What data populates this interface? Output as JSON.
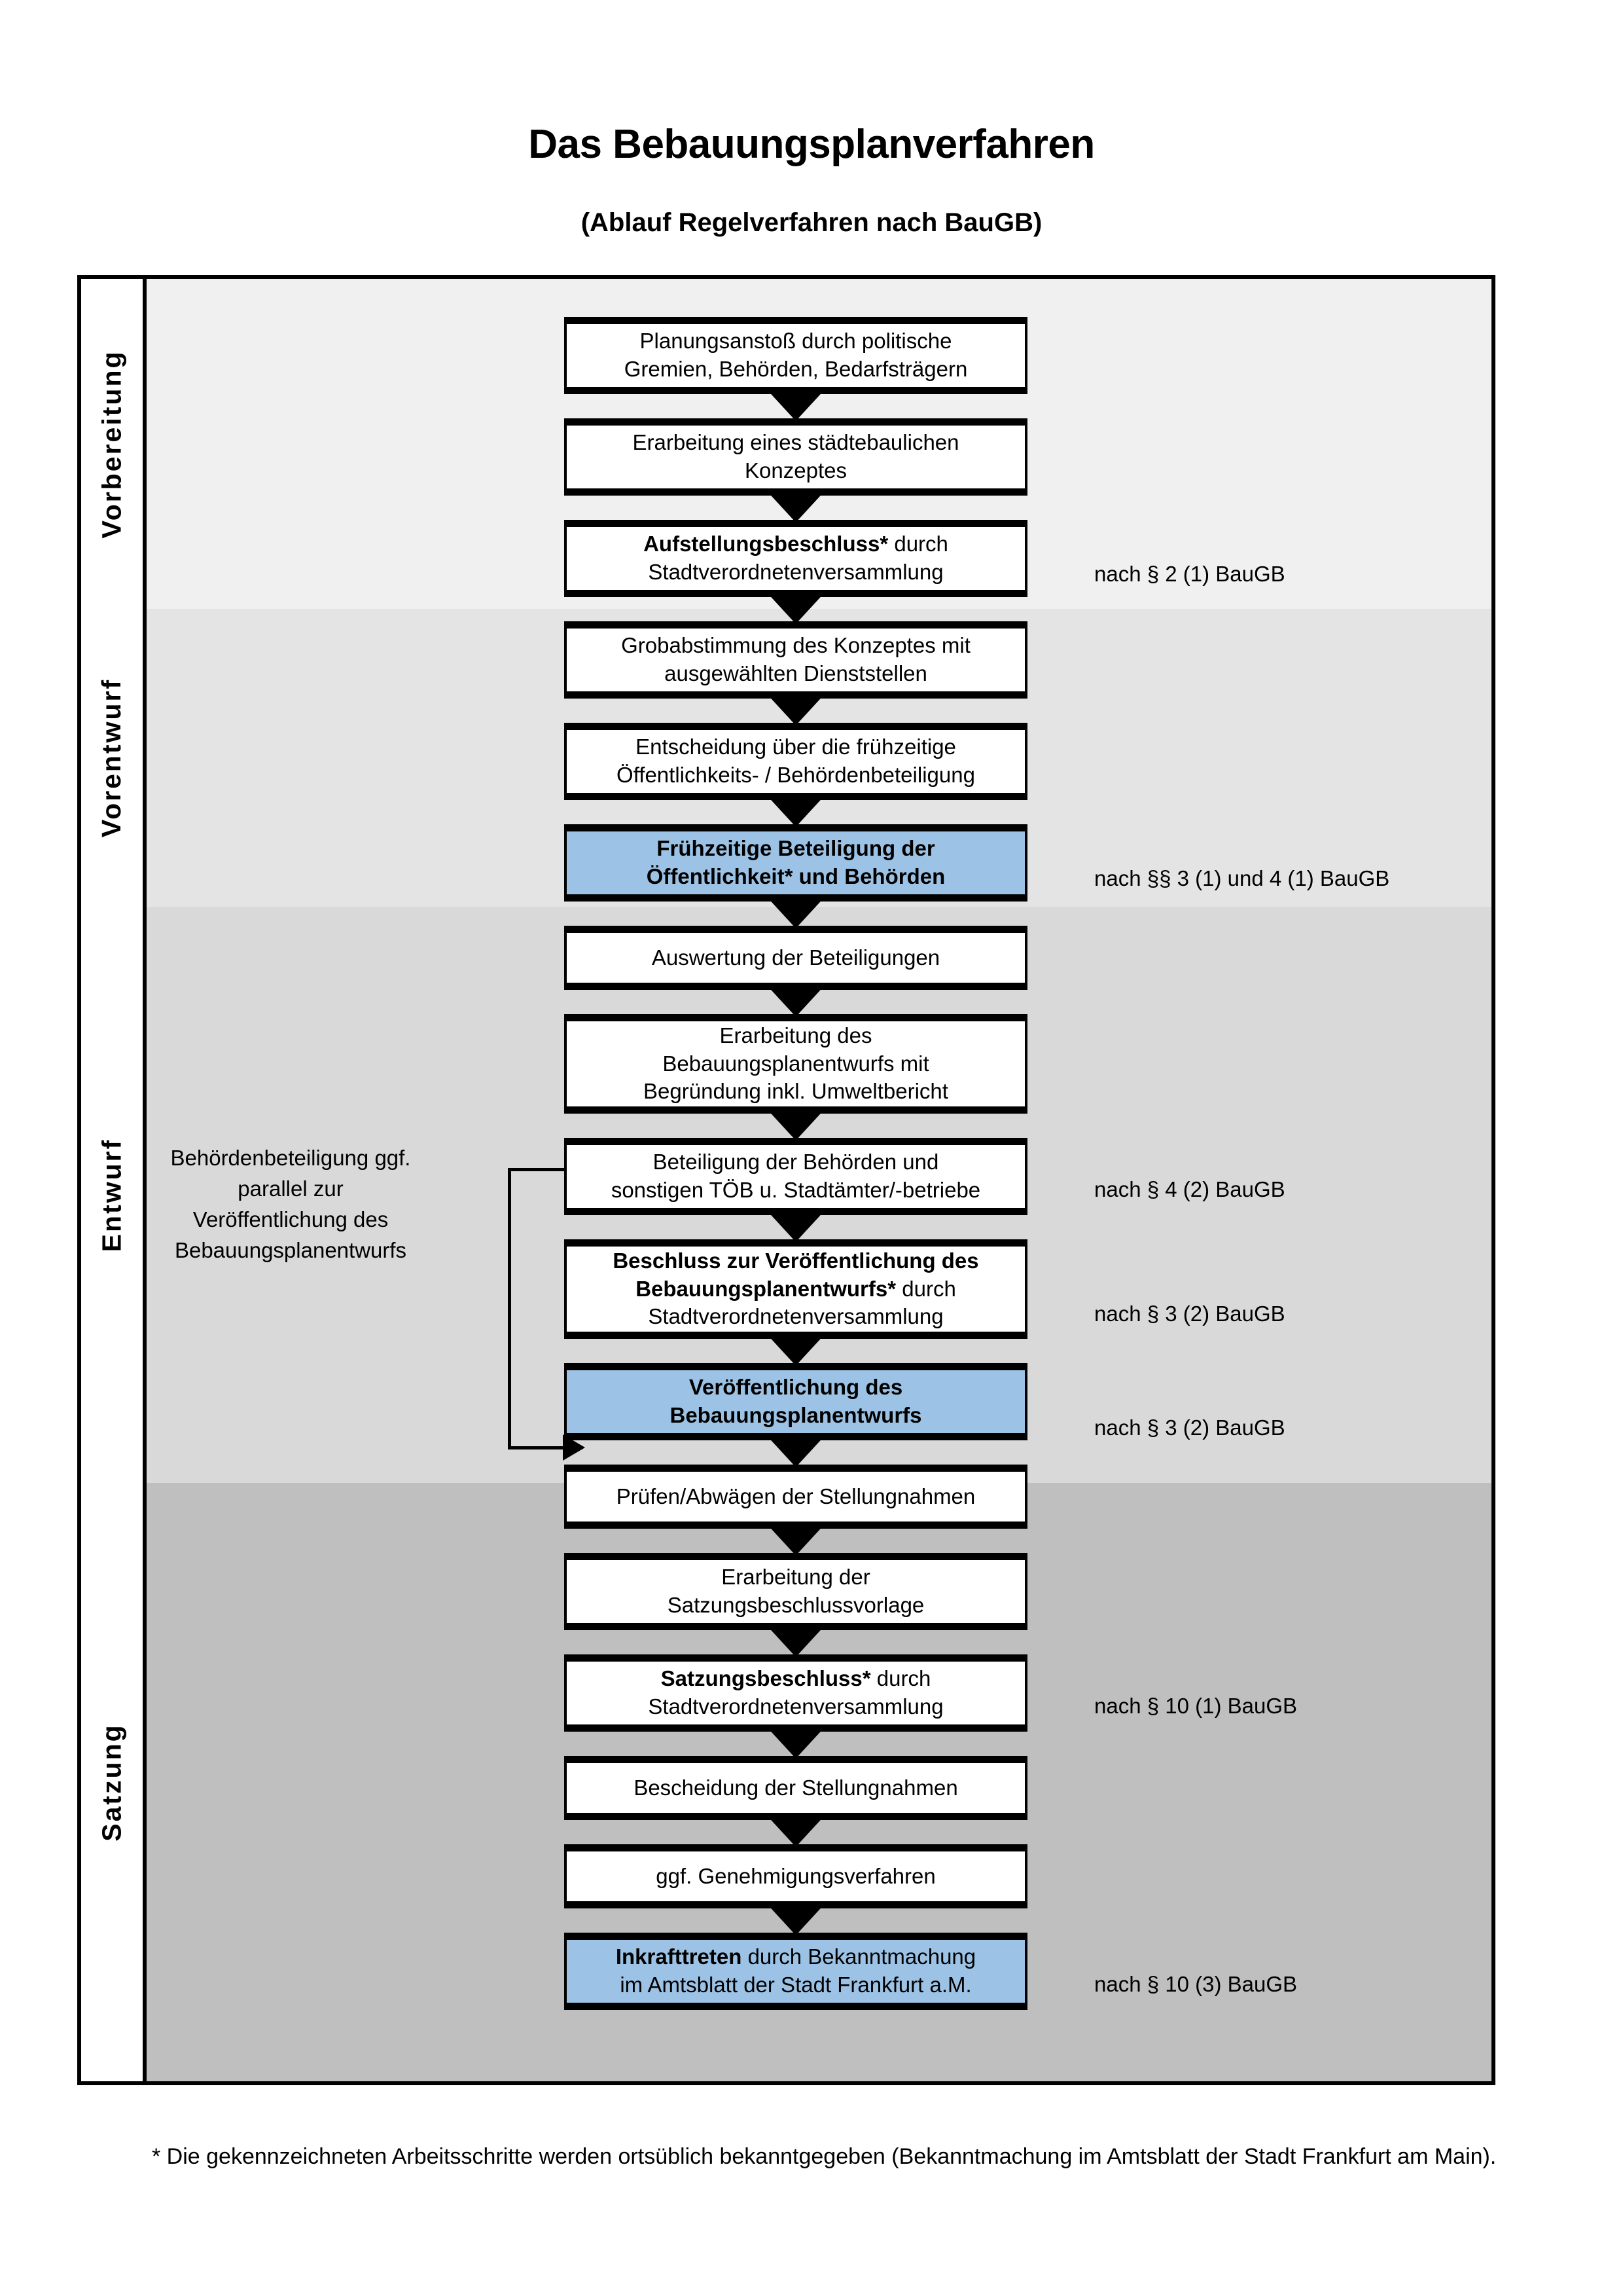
{
  "header": {
    "title": "Das Bebauungsplanverfahren",
    "subtitle": "(Ablauf Regelverfahren nach BauGB)"
  },
  "colors": {
    "highlight_box": "#9CC3E5",
    "phase_vorbereitung_bg": "#F0F0F0",
    "phase_vorentwurf_bg": "#E4E4E4",
    "phase_entwurf_bg": "#D9D9D9",
    "phase_satzung_bg": "#BFBFBF",
    "border": "#000000"
  },
  "phases": [
    {
      "label": "Vorbereitung"
    },
    {
      "label": "Vorentwurf"
    },
    {
      "label": "Entwurf"
    },
    {
      "label": "Satzung"
    }
  ],
  "steps": [
    {
      "id": "planungsanstoss",
      "lines": [
        "Planungsanstoß durch politische",
        "Gremien, Behörden, Bedarfsträgern"
      ],
      "bold_prefix": "",
      "highlighted": false
    },
    {
      "id": "staedtebau-konzept",
      "lines": [
        "Erarbeitung eines städtebaulichen",
        "Konzeptes"
      ],
      "bold_prefix": "",
      "highlighted": false
    },
    {
      "id": "aufstellungsbeschluss",
      "lines": [
        "Aufstellungsbeschluss* durch",
        "Stadtverordnetenversammlung"
      ],
      "bold_prefix": "Aufstellungsbeschluss*",
      "highlighted": false
    },
    {
      "id": "grobabstimmung",
      "lines": [
        "Grobabstimmung des Konzeptes mit",
        "ausgewählten Dienststellen"
      ],
      "bold_prefix": "",
      "highlighted": false
    },
    {
      "id": "entscheidung-beteiligung",
      "lines": [
        "Entscheidung über die frühzeitige",
        "Öffentlichkeits- / Behördenbeteiligung"
      ],
      "bold_prefix": "",
      "highlighted": false
    },
    {
      "id": "fruehzeitige-beteiligung",
      "lines": [
        "Frühzeitige Beteiligung der",
        "Öffentlichkeit* und Behörden"
      ],
      "bold_prefix": "ALL",
      "highlighted": true
    },
    {
      "id": "auswertung",
      "lines": [
        "Auswertung der Beteiligungen"
      ],
      "bold_prefix": "",
      "highlighted": false
    },
    {
      "id": "erarbeitung-entwurf",
      "lines": [
        "Erarbeitung des",
        "Bebauungsplanentwurfs mit",
        "Begründung inkl. Umweltbericht"
      ],
      "bold_prefix": "",
      "highlighted": false
    },
    {
      "id": "beteiligung-behoerden",
      "lines": [
        "Beteiligung der Behörden und",
        "sonstigen TÖB u. Stadtämter/-betriebe"
      ],
      "bold_prefix": "",
      "highlighted": false
    },
    {
      "id": "beschluss-veroeffentlichung",
      "lines": [
        "Beschluss zur Veröffentlichung des",
        "Bebauungsplanentwurfs* durch",
        "Stadtverordnetenversammlung"
      ],
      "bold_prefix": "Beschluss zur Veröffentlichung des Bebauungsplanentwurfs*",
      "highlighted": false
    },
    {
      "id": "veroeffentlichung",
      "lines": [
        "Veröffentlichung des",
        "Bebauungsplanentwurfs"
      ],
      "bold_prefix": "ALL",
      "highlighted": true
    },
    {
      "id": "pruefen-abwaegen",
      "lines": [
        "Prüfen/Abwägen der Stellungnahmen"
      ],
      "bold_prefix": "",
      "highlighted": false
    },
    {
      "id": "satzungsbeschlussvorlage",
      "lines": [
        "Erarbeitung der",
        "Satzungsbeschlussvorlage"
      ],
      "bold_prefix": "",
      "highlighted": false
    },
    {
      "id": "satzungsbeschluss",
      "lines": [
        "Satzungsbeschluss* durch",
        "Stadtverordnetenversammlung"
      ],
      "bold_prefix": "Satzungsbeschluss*",
      "highlighted": false
    },
    {
      "id": "bescheidung",
      "lines": [
        "Bescheidung der Stellungnahmen"
      ],
      "bold_prefix": "",
      "highlighted": false
    },
    {
      "id": "genehmigungsverfahren",
      "lines": [
        "ggf. Genehmigungsverfahren"
      ],
      "bold_prefix": "",
      "highlighted": false
    },
    {
      "id": "inkrafttreten",
      "lines": [
        "Inkrafttreten durch Bekanntmachung",
        "im Amtsblatt der Stadt Frankfurt a.M."
      ],
      "bold_prefix": "Inkrafttreten",
      "highlighted": true
    }
  ],
  "legal_refs": [
    {
      "id": "ref-par2-1",
      "text": "nach § 2 (1) BauGB"
    },
    {
      "id": "ref-par3-4-1",
      "text": "nach §§ 3 (1) und 4 (1) BauGB"
    },
    {
      "id": "ref-par4-2",
      "text": "nach § 4 (2) BauGB"
    },
    {
      "id": "ref-par3-2-a",
      "text": "nach § 3 (2) BauGB"
    },
    {
      "id": "ref-par3-2-b",
      "text": "nach § 3 (2) BauGB"
    },
    {
      "id": "ref-par10-1",
      "text": "nach § 10 (1) BauGB"
    },
    {
      "id": "ref-par10-3",
      "text": "nach § 10 (3) BauGB"
    }
  ],
  "side_note": {
    "lines": [
      "Behördenbeteiligung",
      "ggf. parallel zur",
      "Veröffentlichung des",
      "Bebauungsplanentwurfs"
    ]
  },
  "footnote": {
    "text": "* Die gekennzeichneten Arbeitsschritte werden ortsüblich bekanntgegeben (Bekanntmachung im Amtsblatt  der Stadt Frankfurt am Main)."
  }
}
